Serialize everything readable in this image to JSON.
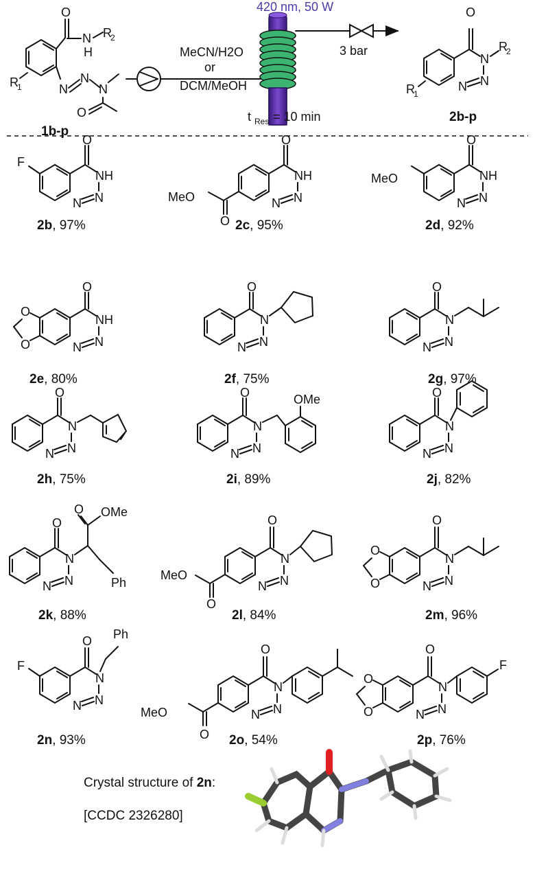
{
  "scheme": {
    "reactant_label": "1b-p",
    "product_label": "2b-p",
    "light": "420 nm, 50 W",
    "solvent_1": "MeCN/H2O",
    "or": "or",
    "solvent_2": "DCM/MeOH",
    "pressure": "3 bar",
    "residence_time": "10 min",
    "residence_prefix": "t",
    "residence_sub": "Res",
    "eq": "= 10 min"
  },
  "atoms": {
    "O": "O",
    "N": "N",
    "NH": "NH",
    "H": "H",
    "F": "F",
    "MeO": "MeO",
    "OMe": "OMe",
    "Ph": "Ph",
    "R1": "R",
    "R2": "R",
    "sub1": "1",
    "sub2": "2"
  },
  "products": [
    {
      "id": "2b",
      "yield": ", 97%"
    },
    {
      "id": "2c",
      "yield": ", 95%"
    },
    {
      "id": "2d",
      "yield": ", 92%"
    },
    {
      "id": "2e",
      "yield": ", 80%"
    },
    {
      "id": "2f",
      "yield": ", 75%"
    },
    {
      "id": "2g",
      "yield": ", 97%"
    },
    {
      "id": "2h",
      "yield": ", 75%"
    },
    {
      "id": "2i",
      "yield": ", 89%"
    },
    {
      "id": "2j",
      "yield": ", 82%"
    },
    {
      "id": "2k",
      "yield": ", 88%"
    },
    {
      "id": "2l",
      "yield": ", 84%"
    },
    {
      "id": "2m",
      "yield": ", 96%"
    },
    {
      "id": "2n",
      "yield": ", 93%"
    },
    {
      "id": "2o",
      "yield": ", 54%"
    },
    {
      "id": "2p",
      "yield": ", 76%"
    }
  ],
  "crystal": {
    "caption_prefix": "Crystal structure of ",
    "compound": "2n",
    "caption_suffix": ":",
    "ccdc": "[CCDC 2326280]"
  },
  "colors": {
    "light_text": "#4a3aa6",
    "lamp": "#5a2ea6",
    "coil": "#3cb371",
    "fluorine": "#9acd32",
    "oxygen": "#e02020",
    "nitrogen": "#8080e0"
  }
}
